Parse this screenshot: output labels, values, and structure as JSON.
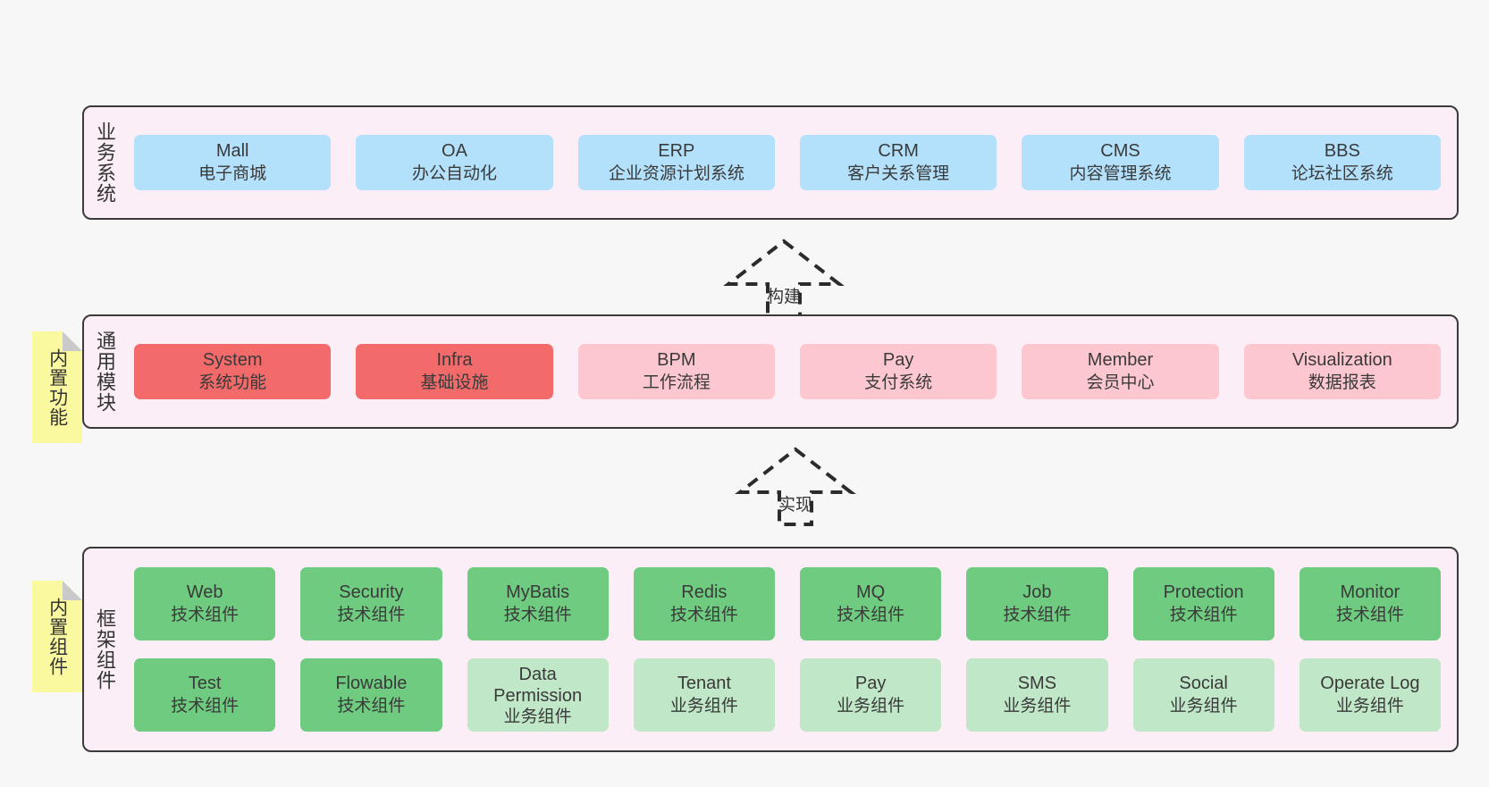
{
  "diagram": {
    "background_color": "#f7f7f7",
    "panel_color": "#fbeef7",
    "note_color": "#fbf9a0"
  },
  "layers": [
    {
      "id": "business",
      "title": "业务系统",
      "rows": [
        {
          "cards": [
            {
              "en": "Mall",
              "cn": "电子商城",
              "color": "#b3e0fb",
              "style": "c-blue"
            },
            {
              "en": "OA",
              "cn": "办公自动化",
              "color": "#b3e0fb",
              "style": "c-blue"
            },
            {
              "en": "ERP",
              "cn": "企业资源计划系统",
              "color": "#b3e0fb",
              "style": "c-blue"
            },
            {
              "en": "CRM",
              "cn": "客户关系管理",
              "color": "#b3e0fb",
              "style": "c-blue"
            },
            {
              "en": "CMS",
              "cn": "内容管理系统",
              "color": "#b3e0fb",
              "style": "c-blue"
            },
            {
              "en": "BBS",
              "cn": "论坛社区系统",
              "color": "#b3e0fb",
              "style": "c-blue"
            }
          ]
        }
      ]
    },
    {
      "id": "common-modules",
      "title": "通用模块",
      "note": "内置功能",
      "rows": [
        {
          "cards": [
            {
              "en": "System",
              "cn": "系统功能",
              "color": "#f26a6a",
              "style": "c-red"
            },
            {
              "en": "Infra",
              "cn": "基础设施",
              "color": "#f26a6a",
              "style": "c-red"
            },
            {
              "en": "BPM",
              "cn": "工作流程",
              "color": "#fcc7ce",
              "style": "c-pink"
            },
            {
              "en": "Pay",
              "cn": "支付系统",
              "color": "#fcc7ce",
              "style": "c-pink"
            },
            {
              "en": "Member",
              "cn": "会员中心",
              "color": "#fcc7ce",
              "style": "c-pink"
            },
            {
              "en": "Visualization",
              "cn": "数据报表",
              "color": "#fcc7ce",
              "style": "c-pink"
            }
          ]
        }
      ]
    },
    {
      "id": "framework-components",
      "title": "框架组件",
      "note": "内置组件",
      "rows": [
        {
          "cards": [
            {
              "en": "Web",
              "cn": "技术组件",
              "color": "#6ecb7f",
              "style": "c-green"
            },
            {
              "en": "Security",
              "cn": "技术组件",
              "color": "#6ecb7f",
              "style": "c-green"
            },
            {
              "en": "MyBatis",
              "cn": "技术组件",
              "color": "#6ecb7f",
              "style": "c-green"
            },
            {
              "en": "Redis",
              "cn": "技术组件",
              "color": "#6ecb7f",
              "style": "c-green"
            },
            {
              "en": "MQ",
              "cn": "技术组件",
              "color": "#6ecb7f",
              "style": "c-green"
            },
            {
              "en": "Job",
              "cn": "技术组件",
              "color": "#6ecb7f",
              "style": "c-green"
            },
            {
              "en": "Protection",
              "cn": "技术组件",
              "color": "#6ecb7f",
              "style": "c-green"
            },
            {
              "en": "Monitor",
              "cn": "技术组件",
              "color": "#6ecb7f",
              "style": "c-green"
            }
          ]
        },
        {
          "cards": [
            {
              "en": "Test",
              "cn": "技术组件",
              "color": "#6ecb7f",
              "style": "c-green"
            },
            {
              "en": "Flowable",
              "cn": "技术组件",
              "color": "#6ecb7f",
              "style": "c-green"
            },
            {
              "en": "Data Permission",
              "cn": "业务组件",
              "color": "#c0e7c7",
              "style": "c-lgreen"
            },
            {
              "en": "Tenant",
              "cn": "业务组件",
              "color": "#c0e7c7",
              "style": "c-lgreen"
            },
            {
              "en": "Pay",
              "cn": "业务组件",
              "color": "#c0e7c7",
              "style": "c-lgreen"
            },
            {
              "en": "SMS",
              "cn": "业务组件",
              "color": "#c0e7c7",
              "style": "c-lgreen"
            },
            {
              "en": "Social",
              "cn": "业务组件",
              "color": "#c0e7c7",
              "style": "c-lgreen"
            },
            {
              "en": "Operate Log",
              "cn": "业务组件",
              "color": "#c0e7c7",
              "style": "c-lgreen"
            }
          ]
        }
      ]
    }
  ],
  "connectors": [
    {
      "id": "build",
      "label": "构建"
    },
    {
      "id": "implement",
      "label": "实现"
    }
  ]
}
